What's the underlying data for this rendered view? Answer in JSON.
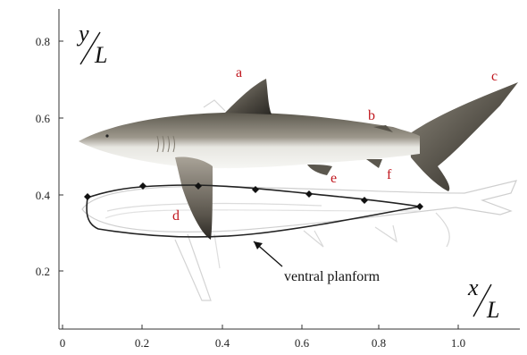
{
  "figure": {
    "x_ticks": [
      "0",
      "0.2",
      "0.4",
      "0.6",
      "0.8",
      "1.0"
    ],
    "y_ticks": [
      "0.8",
      "0.6",
      "0.4",
      "0.2"
    ],
    "y_axis_label": {
      "numerator": "y",
      "denominator": "L"
    },
    "x_axis_label": {
      "numerator": "x",
      "denominator": "L"
    },
    "fin_labels": [
      "a",
      "b",
      "c",
      "d",
      "e",
      "f"
    ],
    "annotation": "ventral planform",
    "colors": {
      "fin_label": "#c0161d",
      "shark_dorsal": "#6f6a5f",
      "shark_belly": "#eeeeea",
      "outline": "#222222"
    }
  }
}
